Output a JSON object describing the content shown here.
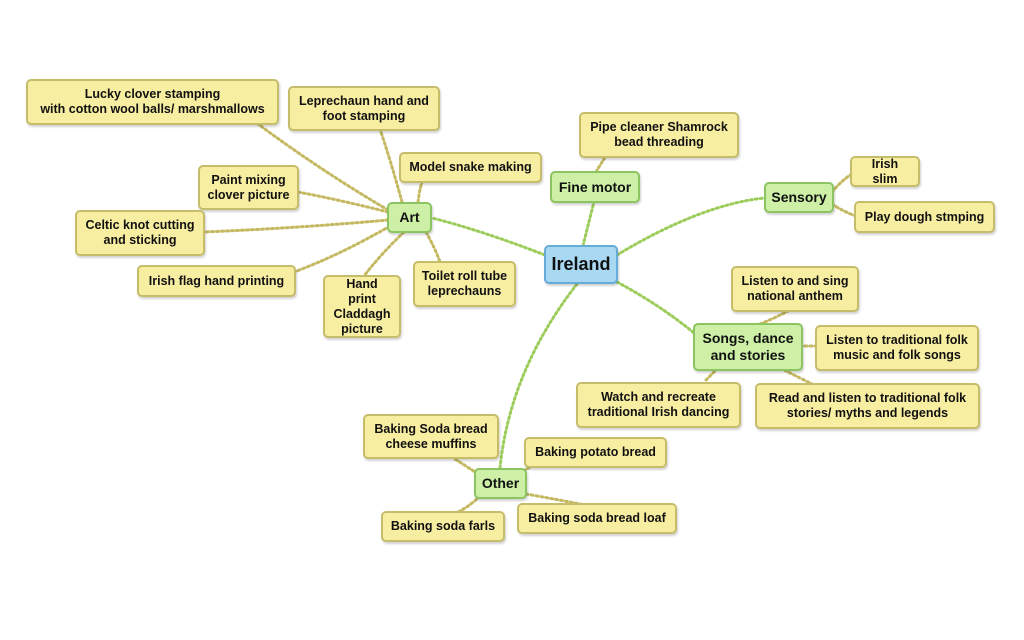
{
  "root": {
    "label": "Ireland"
  },
  "branches": {
    "art": "Art",
    "fine_motor": "Fine motor",
    "sensory": "Sensory",
    "songs": "Songs, dance\nand stories",
    "other": "Other"
  },
  "art_items": {
    "lucky_clover": "Lucky clover stamping\nwith cotton wool balls/ marshmallows",
    "leprechaun_hand": "Leprechaun hand and\nfoot stamping",
    "model_snake": "Model snake making",
    "paint_mixing": "Paint mixing\nclover picture",
    "celtic_knot": "Celtic knot cutting\nand sticking",
    "irish_flag": "Irish flag hand printing",
    "claddagh": "Hand print\nCladdagh\npicture",
    "toilet_roll": "Toilet roll tube\nleprechauns"
  },
  "fine_motor_items": {
    "pipe_cleaner": "Pipe cleaner Shamrock\nbead threading"
  },
  "sensory_items": {
    "irish_slim": "Irish slim",
    "play_dough": "Play dough stmping"
  },
  "songs_items": {
    "anthem": "Listen to and sing\nnational anthem",
    "folk_music": "Listen to traditional folk\nmusic and folk songs",
    "folk_stories": "Read and listen to traditional folk\nstories/ myths and legends",
    "dancing": "Watch and recreate\ntraditional Irish dancing"
  },
  "other_items": {
    "soda_muffins": "Baking Soda bread\ncheese muffins",
    "potato_bread": "Baking potato bread",
    "soda_farls": "Baking soda farls",
    "soda_loaf": "Baking soda bread loaf"
  },
  "colors": {
    "connector": "#9ccc5a",
    "leaf_connector": "#c4b860",
    "root_fill": "#a9d8f3",
    "branch_fill": "#cdf0a6",
    "leaf_fill": "#f8eea2"
  }
}
